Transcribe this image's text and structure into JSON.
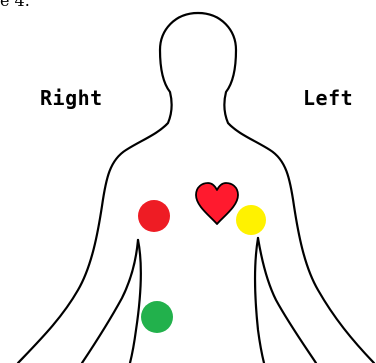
{
  "caption": "e 4.",
  "labels": {
    "right": "Right",
    "left": "Left"
  },
  "figure": {
    "outline_color": "#000000",
    "background": "#ffffff"
  },
  "markers": [
    {
      "id": "heart",
      "shape": "heart-icon",
      "color": "#ff1a2e"
    },
    {
      "id": "red",
      "shape": "circle",
      "color": "#ee1c24"
    },
    {
      "id": "yellow",
      "shape": "circle",
      "color": "#fff200"
    },
    {
      "id": "green",
      "shape": "circle",
      "color": "#22b14c"
    }
  ]
}
